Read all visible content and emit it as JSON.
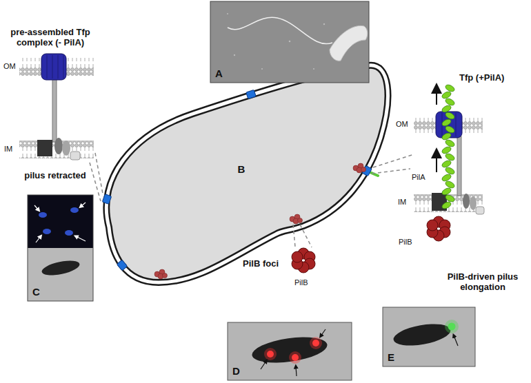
{
  "diagram": {
    "nodes": [
      {
        "text": [
          "A"
        ]
      },
      {
        "text": [
          "B"
        ]
      },
      {
        "text": [
          "C"
        ]
      },
      {
        "text": [
          "D"
        ]
      },
      {
        "text": [
          "E"
        ]
      }
    ],
    "labels": [
      "pre-assembled Tfp complex (- PilA)",
      "OM",
      "IM",
      "pilus retracted",
      "PilB foci",
      "PilB",
      "Tfp (+PilA)",
      "OM",
      "PilA",
      "IM",
      "PilB",
      "PilB-driven pilus elongation"
    ]
  }
}
